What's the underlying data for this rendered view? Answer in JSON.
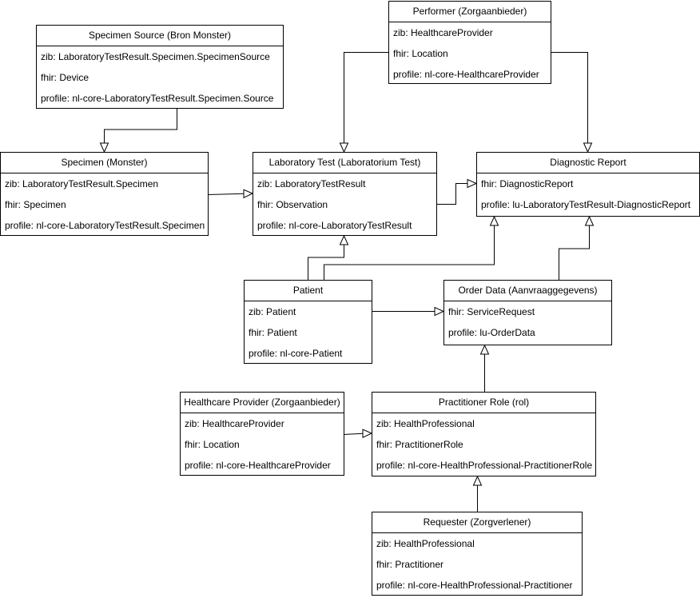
{
  "diagram": {
    "boxes": {
      "performer": {
        "title": "Performer (Zorgaanbieder)",
        "rows": [
          "zib: HealthcareProvider",
          "fhir: Location",
          "profile: nl-core-HealthcareProvider"
        ]
      },
      "specimen_source": {
        "title": "Specimen Source (Bron Monster)",
        "rows": [
          "zib: LaboratoryTestResult.Specimen.SpecimenSource",
          "fhir: Device",
          "profile: nl-core-LaboratoryTestResult.Specimen.Source"
        ]
      },
      "specimen": {
        "title": "Specimen (Monster)",
        "rows": [
          "zib: LaboratoryTestResult.Specimen",
          "fhir: Specimen",
          "profile: nl-core-LaboratoryTestResult.Specimen"
        ]
      },
      "laboratory_test": {
        "title": "Laboratory Test (Laboratorium Test)",
        "rows": [
          "zib: LaboratoryTestResult",
          "fhir: Observation",
          "profile: nl-core-LaboratoryTestResult"
        ]
      },
      "diagnostic_report": {
        "title": "Diagnostic Report",
        "rows": [
          "fhir: DiagnosticReport",
          "profile: lu-LaboratoryTestResult-DiagnosticReport"
        ]
      },
      "patient": {
        "title": "Patient",
        "rows": [
          "zib: Patient",
          "fhir: Patient",
          "profile: nl-core-Patient"
        ]
      },
      "order_data": {
        "title": "Order Data (Aanvraaggegevens)",
        "rows": [
          "fhir: ServiceRequest",
          "profile: lu-OrderData"
        ]
      },
      "healthcare_provider": {
        "title": "Healthcare Provider (Zorgaanbieder)",
        "rows": [
          "zib: HealthcareProvider",
          "fhir: Location",
          "profile: nl-core-HealthcareProvider"
        ]
      },
      "practitioner_role": {
        "title": "Practitioner Role (rol)",
        "rows": [
          "zib: HealthProfessional",
          "fhir: PractitionerRole",
          "profile: nl-core-HealthProfessional-PractitionerRole"
        ]
      },
      "requester": {
        "title": "Requester (Zorgverlener)",
        "rows": [
          "zib: HealthProfessional",
          "fhir: Practitioner",
          "profile: nl-core-HealthProfessional-Practitioner"
        ]
      }
    }
  }
}
